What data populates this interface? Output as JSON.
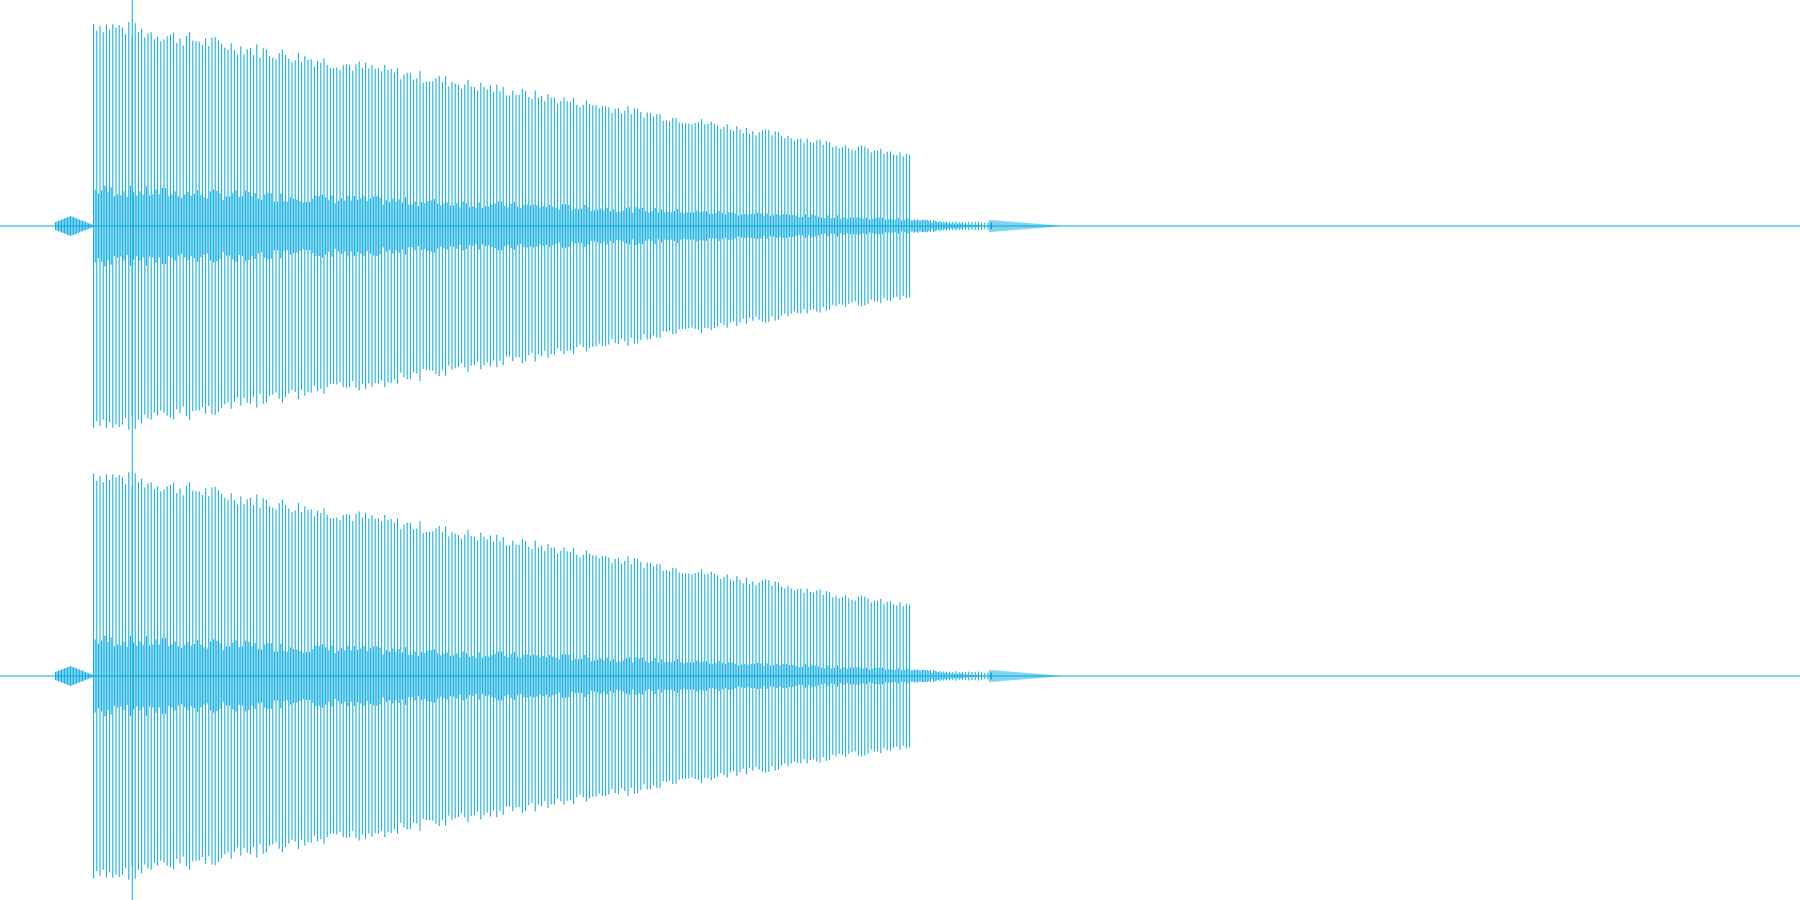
{
  "colors": {
    "background": "#ffffff",
    "waveform": "#00a8e1"
  },
  "waveform": {
    "channel_count": 2,
    "channel_names": [],
    "playhead_position_fraction": 0.0735,
    "signal_start_fraction": 0.042,
    "signal_end_fraction": 0.55,
    "peak_amplitude": 0.98,
    "end_amplitude": 0.3
  }
}
